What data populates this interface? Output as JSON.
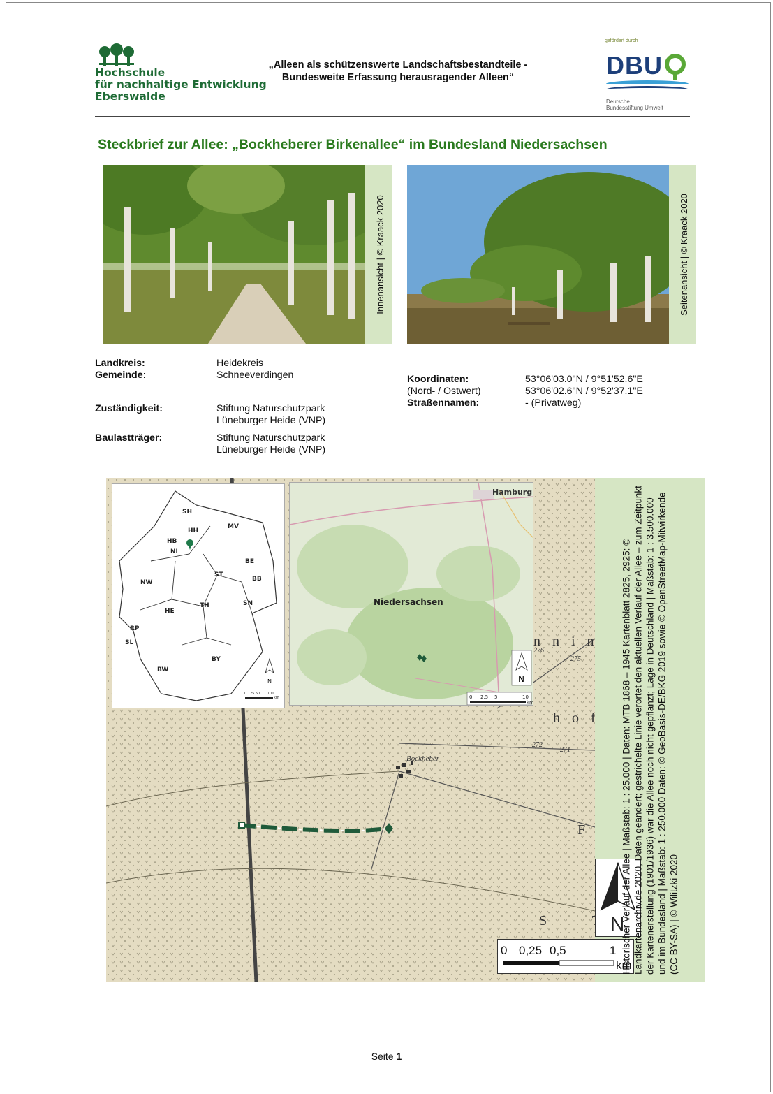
{
  "header": {
    "logo_left": [
      "Hochschule",
      "für nachhaltige Entwicklung",
      "Eberswalde"
    ],
    "title_line1": "„Alleen als schützenswerte Landschaftsbestandteile -",
    "title_line2": "Bundesweite Erfassung herausragender Alleen“",
    "dbu": {
      "funded_by": "gefördert durch",
      "wordmark": "DBU",
      "sub1": "Deutsche",
      "sub2": "Bundesstiftung Umwelt"
    }
  },
  "title": "Steckbrief zur Allee: „Bockheberer Birkenallee“ im Bundesland Niedersachsen",
  "photos": {
    "photo1_caption": "Innenansicht | © Kraack 2020",
    "photo2_caption": "Seitenansicht | © Kraack 2020"
  },
  "info": {
    "landkreis_label": "Landkreis:",
    "landkreis_value": "Heidekreis",
    "gemeinde_label": "Gemeinde:",
    "gemeinde_value": "Schneeverdingen",
    "zust_label": "Zuständigkeit:",
    "zust_value1": "Stiftung Naturschutzpark",
    "zust_value2": "Lüneburger Heide (VNP)",
    "bau_label": "Baulastträger:",
    "bau_value1": "Stiftung Naturschutzpark",
    "bau_value2": "Lüneburger Heide (VNP)",
    "koord_label": "Koordinaten:",
    "koord_sub": "(Nord- / Ostwert)",
    "koord_value1": "53°06'03.0\"N / 9°51'52.6\"E",
    "koord_value2": "53°06'02.6\"N / 9°52'37.1\"E",
    "strassen_label": "Straßennamen:",
    "strassen_value": "- (Privatweg)"
  },
  "map": {
    "caption": "Historischer Verlauf der Allee | Maßstab: 1 : 25.000 | Daten: MTB 1868 – 1945 Kartenblatt 2825, 2925: © Landkartenarchiv.de 2020, Daten geändert; gestrichelte Linie verortet den aktuellen Verlauf der Allee – zum Zeitpunkt der Kartenerstellung (1901/1936) war die Allee noch nicht gepflanzt; Lage in Deutschland | Maßstab: 1 : 3.500.000 und im Bundesland | Maßstab: 1 : 250.000 Daten: © GeoBasis-DE/BKG 2019 sowie © OpenStreetMap-Mitwirkende (CC BY-SA) | © Wilitzki 2020",
    "states": [
      "SH",
      "HH",
      "MV",
      "HB",
      "NI",
      "BE",
      "NW",
      "ST",
      "BB",
      "HE",
      "TH",
      "SN",
      "RP",
      "SL",
      "BW",
      "BY"
    ],
    "inset_scale": [
      "0",
      "25",
      "50",
      "100",
      "km"
    ],
    "osm_labels": {
      "region": "Niedersachsen",
      "city": "Hamburg"
    },
    "osm_scale": [
      "0",
      "2.5",
      "5",
      "10",
      "km"
    ],
    "north": "N",
    "topo_labels": [
      "Bockheber",
      "272",
      "271",
      "275",
      "276",
      "n n i n",
      "h o f",
      "F",
      "S T"
    ],
    "scale": {
      "t0": "0",
      "t1": "0,25",
      "t2": "0,5",
      "t3": "1",
      "unit": "km"
    }
  },
  "footer": {
    "prefix": "Seite ",
    "page": "1"
  }
}
